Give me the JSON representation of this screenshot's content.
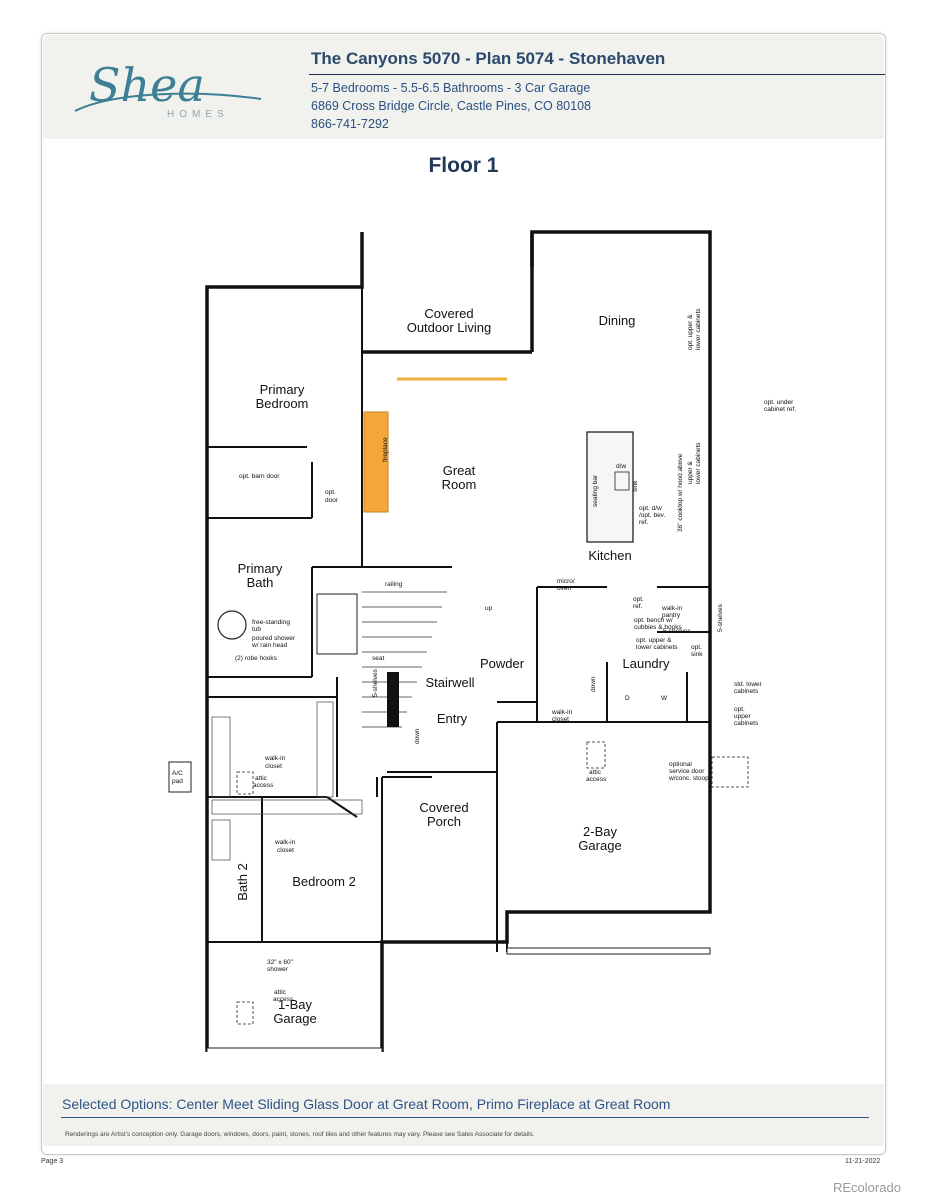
{
  "brand": {
    "logo_word": "Shea",
    "logo_sub": "HOMES",
    "accent_color": "#3d7f95"
  },
  "header": {
    "title": "The Canyons 5070 - Plan 5074 - Stonehaven",
    "specs": "5-7 Bedrooms - 5.5-6.5 Bathrooms - 3 Car Garage",
    "address": "6869 Cross Bridge Circle, Castle Pines, CO 80108",
    "phone": "866-741-7292"
  },
  "floor_title": "Floor 1",
  "rooms": {
    "covered_outdoor_1": "Covered",
    "covered_outdoor_2": "Outdoor Living",
    "dining": "Dining",
    "primary_bedroom_1": "Primary",
    "primary_bedroom_2": "Bedroom",
    "great_room_1": "Great",
    "great_room_2": "Room",
    "kitchen": "Kitchen",
    "primary_bath_1": "Primary",
    "primary_bath_2": "Bath",
    "stairwell": "Stairwell",
    "powder": "Powder",
    "laundry": "Laundry",
    "entry": "Entry",
    "covered_porch_1": "Covered",
    "covered_porch_2": "Porch",
    "garage2_1": "2-Bay",
    "garage2_2": "Garage",
    "bedroom2": "Bedroom 2",
    "bath2": "Bath 2",
    "garage1_1": "1-Bay",
    "garage1_2": "Garage"
  },
  "notes": {
    "fireplace": "fireplace",
    "barn_door": "opt. barn door",
    "opt_door_1": "opt.",
    "opt_door_2": "door",
    "tub_1": "free-standing",
    "tub_2": "tub",
    "shower_1": "poured shower",
    "shower_2": "w/ rain head",
    "robe_hooks": "(2) robe hooks",
    "seat": "seat",
    "railing": "railing",
    "up": "up",
    "down": "down",
    "shelves5": "5-shelves",
    "walkin_closet_1": "walk-in",
    "walkin_closet_2": "closet",
    "attic_1": "attic",
    "attic_2": "access",
    "ac_1": "A/C",
    "ac_2": "pad",
    "seating_bar": "seating bar",
    "dw": "d/w",
    "sink": "sink",
    "opt_dw_1": "opt. d/w",
    "opt_dw_2": "/opt. bev.",
    "opt_dw_3": "ref.",
    "micro_1": "micro/",
    "micro_2": "oven",
    "opt_ref_1": "opt.",
    "opt_ref_2": "ref.",
    "walkin_pantry_1": "walk-in",
    "walkin_pantry_2": "pantry",
    "bench_1": "opt. bench w/",
    "bench_2": "cubbies & hooks",
    "upper_lower_1": "opt. upper &",
    "upper_lower_2": "lower cabinets",
    "opt_sink_1": "opt.",
    "opt_sink_2": "sink",
    "std_lower_1": "std. lower",
    "std_lower_2": "cabinets",
    "opt_upper_1": "opt.",
    "opt_upper_2": "upper",
    "opt_upper_3": "cabinets",
    "under_cab_1": "opt. under",
    "under_cab_2": "cabinet ref.",
    "cooktop": "36\" cooktop w/ hood above",
    "v_upper_lower_1": "opt. upper &",
    "v_upper_lower_2": "lower cabinets",
    "k_upper_lower_1": "upper &",
    "k_upper_lower_2": "lower cabinets",
    "svc_door_1": "optional",
    "svc_door_2": "service door",
    "svc_door_3": "w/conc. stoop",
    "shower32_1": "32\" x 60\"",
    "shower32_2": "shower",
    "d": "D",
    "w": "W"
  },
  "footer": {
    "selected_options": "Selected Options: Center Meet Sliding Glass Door at Great Room, Primo Fireplace at Great Room",
    "disclaimer": "Renderings are Artist's conception only. Garage doors, windows, doors, paint, stones, roof tiles and other features may vary. Please see Sales Associate for details.",
    "page": "Page 3",
    "date": "11-21-2022"
  },
  "watermark": "REcolorado",
  "colors": {
    "fireplace": "#f5a83a",
    "slider_door": "#f0b040",
    "header_text": "#2b4a6b",
    "info_text": "#2b4f80",
    "footer_text": "#2e5486"
  }
}
